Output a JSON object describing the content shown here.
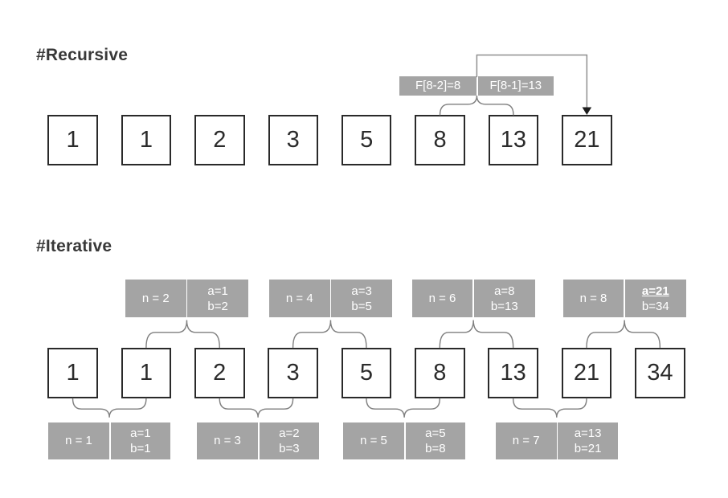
{
  "colors": {
    "label_bg": "#a4a4a4",
    "label_text": "#ffffff",
    "box_border": "#2a2a2a",
    "box_text": "#2b2b2b",
    "brace_line": "#7f7f7f",
    "arrow_line": "#8f8f8f",
    "arrow_head": "#1c1c1c",
    "title_text": "#383838",
    "background": "#ffffff"
  },
  "recursive": {
    "title": "#Recursive",
    "boxes": [
      "1",
      "1",
      "2",
      "3",
      "5",
      "8",
      "13",
      "21"
    ],
    "callout": {
      "left": "F[8-2]=8",
      "right": "F[8-1]=13"
    }
  },
  "iterative": {
    "title": "#Iterative",
    "boxes": [
      "1",
      "1",
      "2",
      "3",
      "5",
      "8",
      "13",
      "21",
      "34"
    ],
    "top_labels": [
      {
        "n": "n = 2",
        "a": "a=1",
        "b": "b=2",
        "a_highlight": false
      },
      {
        "n": "n = 4",
        "a": "a=3",
        "b": "b=5",
        "a_highlight": false
      },
      {
        "n": "n = 6",
        "a": "a=8",
        "b": "b=13",
        "a_highlight": false
      },
      {
        "n": "n = 8",
        "a": "a=21",
        "b": "b=34",
        "a_highlight": true
      }
    ],
    "bottom_labels": [
      {
        "n": "n = 1",
        "a": "a=1",
        "b": "b=1"
      },
      {
        "n": "n = 3",
        "a": "a=2",
        "b": "b=3"
      },
      {
        "n": "n = 5",
        "a": "a=5",
        "b": "b=8"
      },
      {
        "n": "n = 7",
        "a": "a=13",
        "b": "b=21"
      }
    ]
  }
}
